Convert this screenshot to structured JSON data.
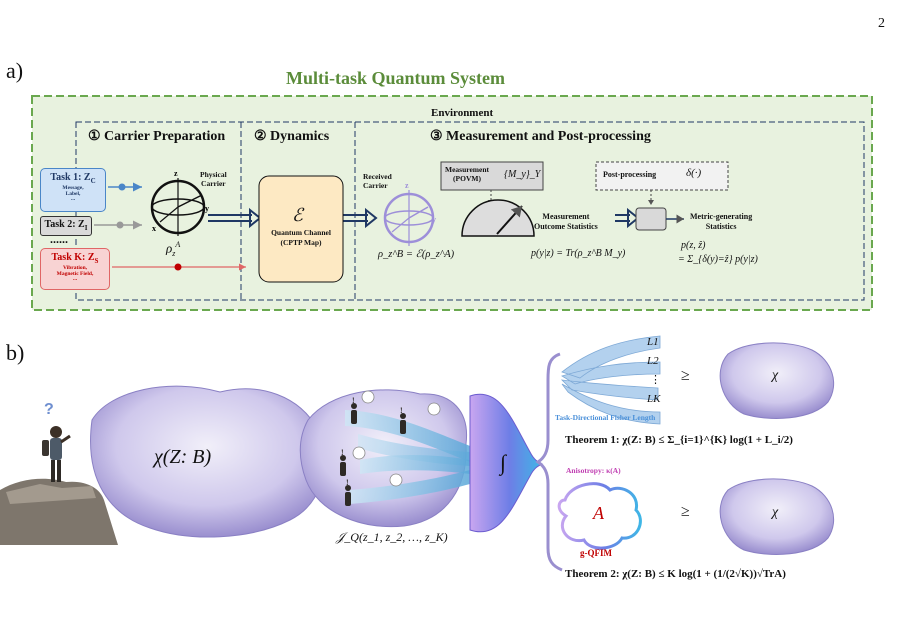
{
  "page_number": "2",
  "panel_a": {
    "label": "a)",
    "title": "Multi-task Quantum System",
    "environment": "Environment",
    "carrier_prep": "① Carrier Preparation",
    "dynamics": "② Dynamics",
    "measurement_post": "③ Measurement and Post-processing",
    "task1": "Task 1: Z",
    "task1_sub": "C",
    "task1_desc": [
      "Message,",
      "Label,",
      "..."
    ],
    "task2": "Task 2: Z",
    "task2_sub": "I",
    "ellipsis": "......",
    "taskk": "Task K: Z",
    "taskk_sub": "S",
    "taskk_desc": [
      "Vibration,",
      "Magnetic Field,",
      "..."
    ],
    "physical_carrier": [
      "Physical",
      "Carrier"
    ],
    "rho_a": "ρ",
    "channel_symbol": "ℰ",
    "channel_label": [
      "Quantum Channel",
      "(CPTP Map)"
    ],
    "received_carrier": [
      "Received",
      "Carrier"
    ],
    "rho_b_formula": "ρ_z^B = ℰ(ρ_z^A)",
    "measurement_box": [
      "Measurement",
      "(POVM)"
    ],
    "povm_set": "{M_y}_Y",
    "postproc_box": "Post-processing",
    "postproc_symbol": "δ(·)",
    "outcome_stats": [
      "Measurement",
      "Outcome Statistics"
    ],
    "metric_stats": [
      "Metric-generating",
      "Statistics"
    ],
    "p_formula": "p(y|z) = Tr(ρ_z^B M_y)",
    "pz_formula_1": "p(z, ẑ)",
    "pz_formula_2": "= Σ_{δ(y)=ẑ} p(y|z)"
  },
  "panel_b": {
    "label": "b)",
    "question": "?",
    "chi_big": "χ(Z: B)",
    "jq": "𝒥_Q(z_1, z_2, …, z_K)",
    "integral": "∫",
    "l_labels": [
      "L1",
      "L2",
      "⋮",
      "LK"
    ],
    "geq": "≥",
    "chi_small": "χ",
    "fisher_caption": "Task-Directional Fisher Length",
    "theorem1": "Theorem 1: χ(Z: B) ≤ Σ_{i=1}^{K} log(1 + L_i/2)",
    "anisotropy": "Anisotropy: κ(A)",
    "a_symbol": "A",
    "gqfim": "g-QFIM",
    "theorem2": "Theorem 2: χ(Z: B) ≤ K log(1 + (1/(2√K))√TrA)"
  },
  "colors": {
    "green_title": "#5b8c3a",
    "green_bg": "#e8f2df",
    "green_border": "#6aa84f",
    "navy": "#1f3864",
    "task1_fill": "#cfe2f7",
    "task1_border": "#4a86c8",
    "task2_fill": "#d9d9d9",
    "taskk_fill": "#f8d3d3",
    "taskk_border": "#e06666",
    "channel_fill": "#fde9c3",
    "lavender": "#9d8fd9",
    "fisher_blue": "#4a90d9",
    "anisotropy_magenta": "#c03fb2",
    "gqfim_red": "#c00000"
  }
}
